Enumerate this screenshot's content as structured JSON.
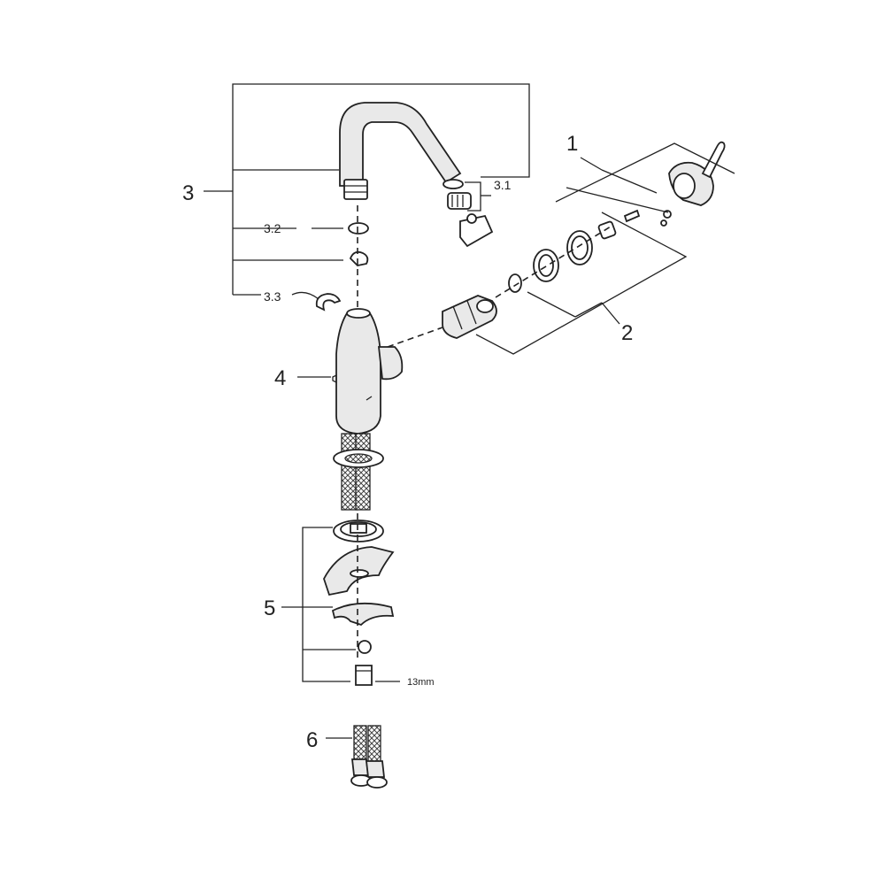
{
  "diagram": {
    "labels": {
      "p1": "1",
      "p2": "2",
      "p3": "3",
      "p3_1": "3.1",
      "p3_2": "3.2",
      "p3_3": "3.3",
      "p4": "4",
      "p5": "5",
      "p6": "6",
      "wrench": "13mm"
    }
  }
}
